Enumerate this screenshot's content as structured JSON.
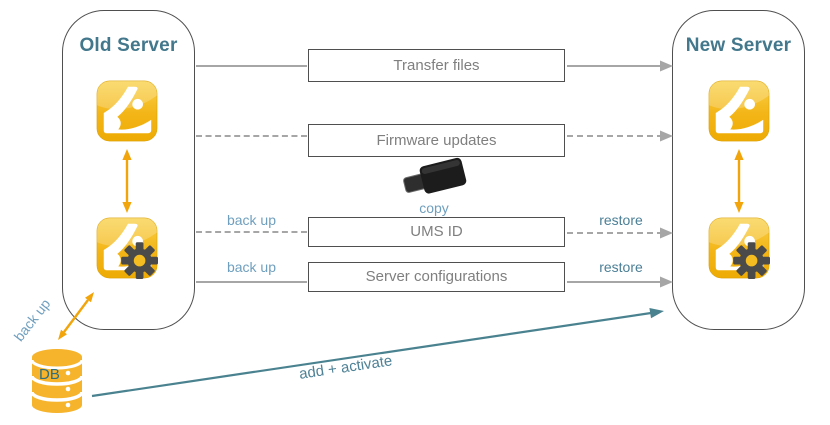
{
  "diagram": {
    "old_server": {
      "title": "Old Server"
    },
    "new_server": {
      "title": "New Server"
    },
    "rows": [
      {
        "label": "Transfer files",
        "line_style": "solid"
      },
      {
        "label": "Firmware updates",
        "line_style": "dashed"
      },
      {
        "label": "UMS ID",
        "line_style": "dashed",
        "left_label": "back up",
        "right_label": "restore"
      },
      {
        "label": "Server configurations",
        "line_style": "solid",
        "left_label": "back up",
        "right_label": "restore"
      }
    ],
    "usb": {
      "label": "copy"
    },
    "db": {
      "label": "DB",
      "backup_label": "back up"
    },
    "migration_arrow": {
      "label": "add + activate"
    },
    "icons": [
      "ums-console-icon",
      "ums-config-icon",
      "usb-stick-icon",
      "database-icon"
    ],
    "colors": {
      "heading_teal": "#42778c",
      "label_blue": "#6f9fbe",
      "label_teal": "#4b7f96",
      "line_gray": "#a6a6a6",
      "box_border": "#4f4f4f",
      "box_text": "#7f7f7f",
      "orange": "#f2a50a",
      "yellow": "#f6b42c",
      "teal_line": "#4a8290"
    }
  }
}
